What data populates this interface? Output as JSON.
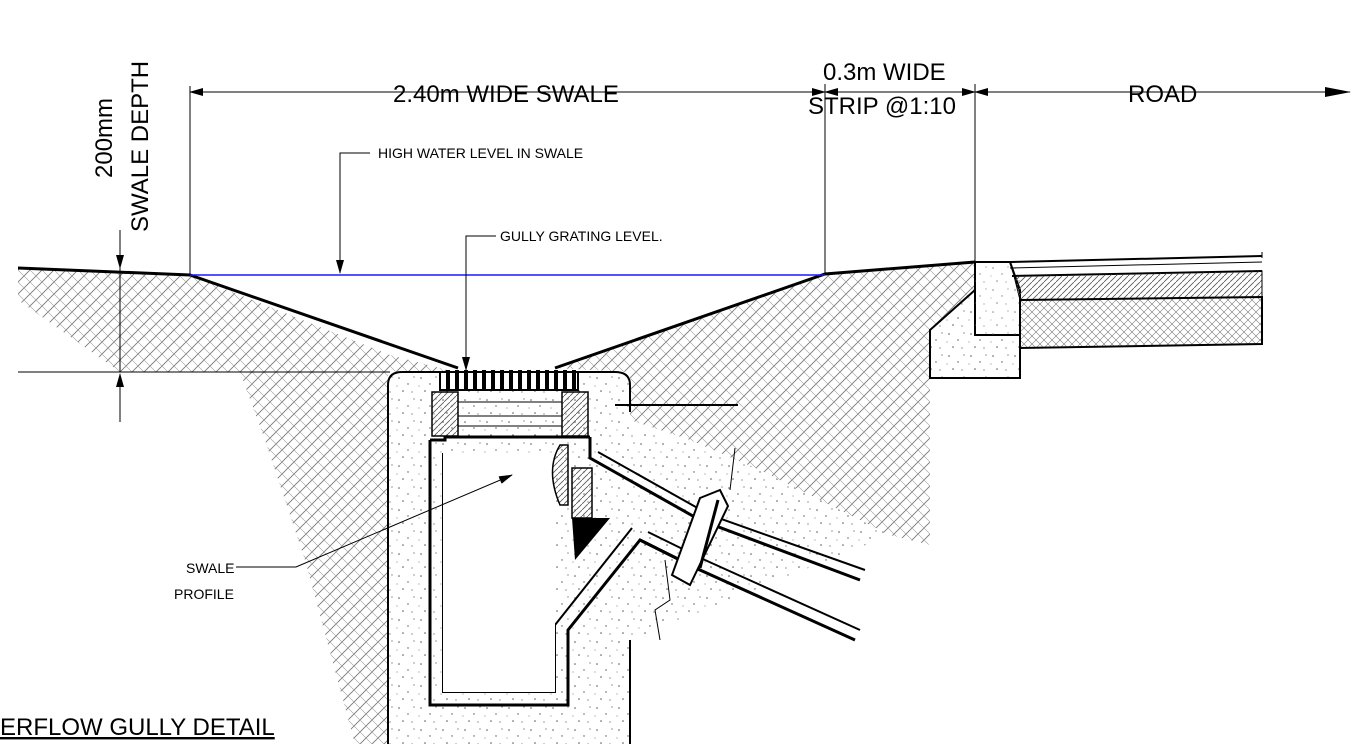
{
  "dimensions": {
    "swale_width": "2.40m WIDE SWALE",
    "strip_line1": "0.3m WIDE",
    "strip_line2": "STRIP @1:10",
    "road": "ROAD",
    "depth_line1": "200mm",
    "depth_line2": "SWALE DEPTH"
  },
  "notes": {
    "high_water": "HIGH WATER LEVEL IN SWALE",
    "grating_level": "GULLY GRATING LEVEL.",
    "swale_profile_line1": "SWALE",
    "swale_profile_line2": "PROFILE"
  },
  "title": "ERFLOW GULLY DETAIL",
  "colors": {
    "water_level": "#1a1aff",
    "linework": "#000000",
    "hatch": "#7a7a7a"
  }
}
